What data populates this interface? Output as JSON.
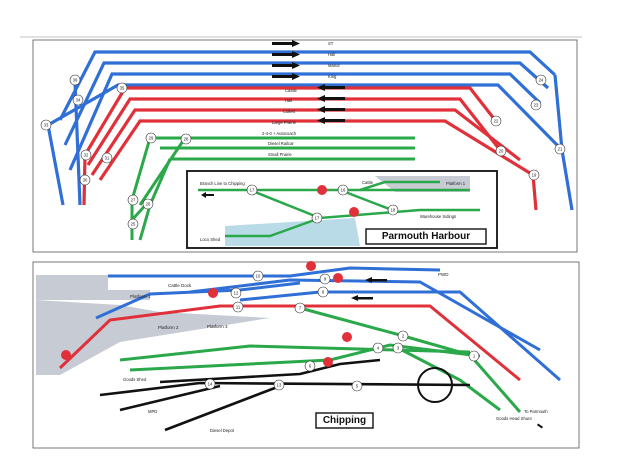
{
  "diagrams": {
    "top_title": "Parmouth Harbour",
    "bottom_title": "Chipping"
  },
  "colors": {
    "blue": "#2f6fd6",
    "red": "#e0303a",
    "green": "#2aa84a",
    "black": "#111111",
    "platform_grey": "#c7ccd4",
    "water": "#b9dbe8"
  },
  "top": {
    "track_labels": [
      "ST",
      "Hall",
      "Manor",
      "King",
      "Castle",
      "Hall",
      "Collett",
      "Large Prairie",
      "2-4-0 + Autocoach",
      "Diesel Railcar",
      "Small Prairie"
    ],
    "inset_labels": {
      "branch": "Branch Line to Chipping",
      "cattle": "Cattle",
      "platform1": "Platform 1",
      "warehouse": "Warehouse Sidings",
      "loco_shed": "Loco Shed"
    },
    "nodes": [
      "36",
      "34",
      "35",
      "33",
      "32",
      "31",
      "30",
      "29",
      "28",
      "27",
      "26",
      "25",
      "24",
      "23",
      "22",
      "21",
      "20",
      "19",
      "18",
      "17",
      "16",
      "15"
    ]
  },
  "bottom": {
    "labels": {
      "cattle_dock": "Cattle Dock",
      "pwd": "PWD",
      "platform1": "Platform 1",
      "platform2": "Platform 2",
      "platform3": "Platform 3",
      "goods_shed": "Goods Shed",
      "mpd": "MPD",
      "diesel_depot": "Diesel Depot",
      "goods_head_shunt": "Goods Head Shunt",
      "to_parmouth": "To Parmouth"
    },
    "nodes": [
      "10",
      "9",
      "11",
      "12",
      "8",
      "7",
      "6",
      "5",
      "4",
      "3",
      "2",
      "1",
      "14",
      "13"
    ]
  }
}
